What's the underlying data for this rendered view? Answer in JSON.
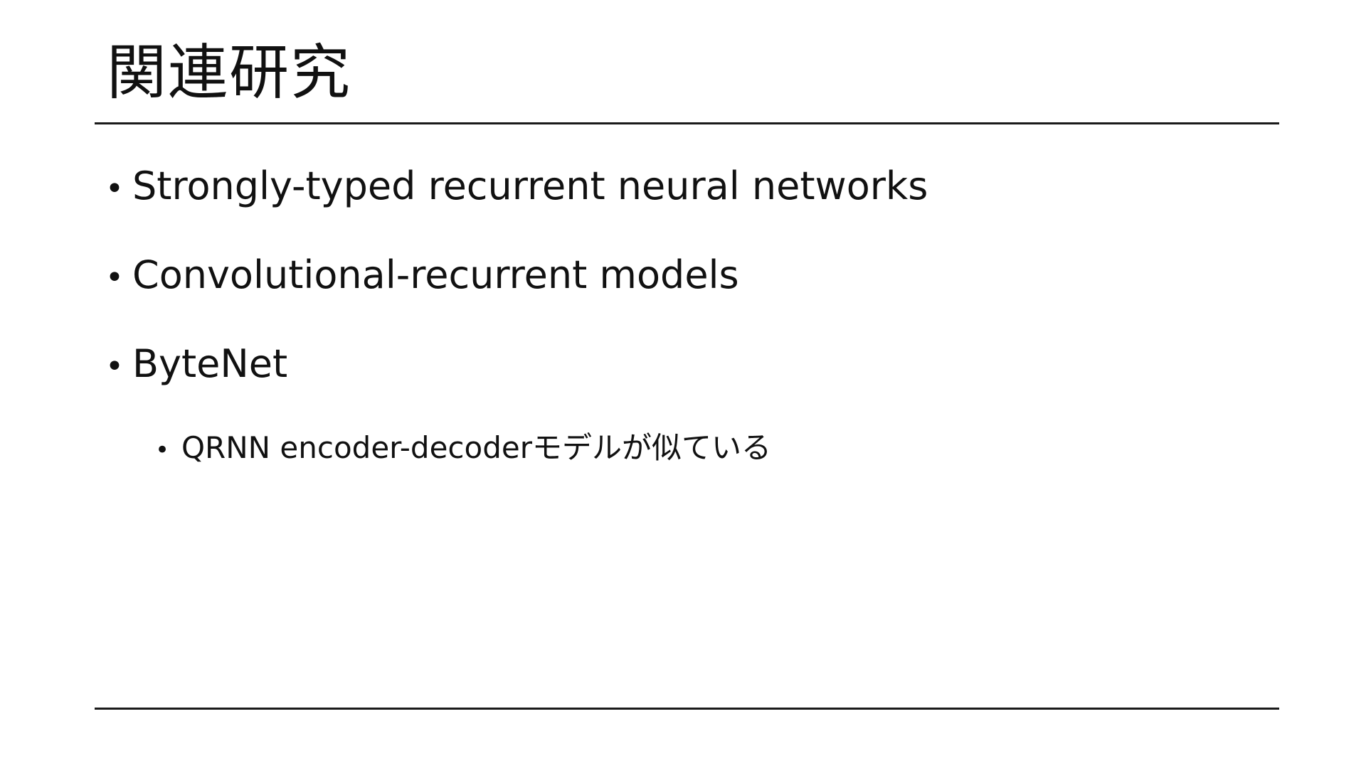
{
  "slide": {
    "title": "関連研究",
    "bullets": [
      {
        "text": "Strongly-typed recurrent neural networks"
      },
      {
        "text": "Convolutional-recurrent models"
      },
      {
        "text": "ByteNet"
      }
    ],
    "sub_bullets": [
      {
        "text": "QRNN encoder-decoderモデルが似ている"
      }
    ],
    "bullet_glyph": "•"
  },
  "colors": {
    "background": "#ffffff",
    "text": "#111111",
    "rule": "#1a1a1a"
  }
}
